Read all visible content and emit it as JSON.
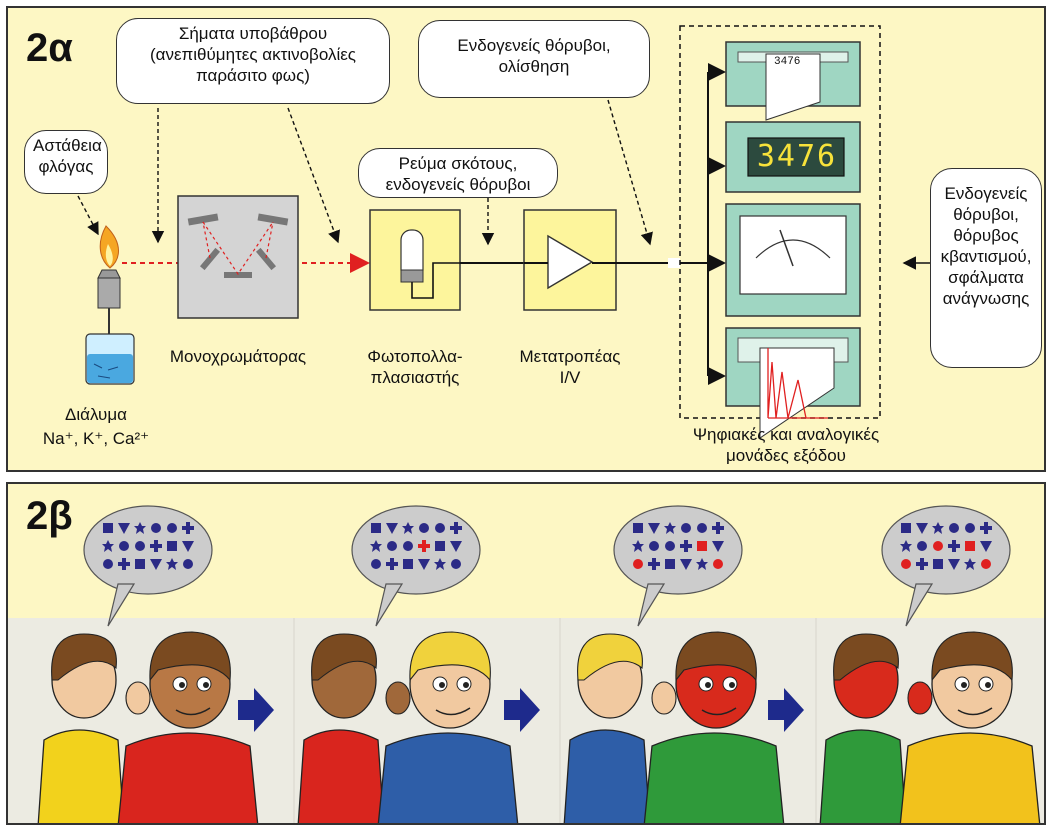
{
  "panel_a": {
    "label": "2α",
    "bubbles": {
      "flame_instability": "Αστάθεια φλόγας",
      "background_signals": "Σήματα υποβάθρου (ανεπιθύμητες ακτινοβολίες παράσιτο φως)",
      "dark_current": "Ρεύμα σκότους, ενδογενείς θόρυβοι",
      "intrinsic_drift": "Ενδογενείς θόρυβοι, ολίσθηση",
      "readout_noise": "Ενδογενείς θόρυβοι, θόρυβος κβαντισμού, σφάλματα ανάγνωσης"
    },
    "labels": {
      "monochromator": "Μονοχρωμάτορας",
      "photomultiplier": "Φωτοπολλα- πλασιαστής",
      "converter": "Μετατροπέας I/V",
      "solution": "Διάλυμα",
      "ions": "Na⁺, K⁺, Ca²⁺",
      "outputs": "Ψηφιακές και αναλογικές μονάδες εξόδου"
    },
    "printer_value": "3476",
    "digital_display": "3476"
  },
  "panel_b": {
    "label": "2β"
  },
  "colors": {
    "panel_bg": "#fdf7c4",
    "device_green": "#9fd6c2",
    "yellow_box": "#fdf59c",
    "light_beam": "#e02020",
    "arrow_blue": "#1e2a8c",
    "symbol_navy": "#2b2a86",
    "symbol_red": "#e02020"
  }
}
